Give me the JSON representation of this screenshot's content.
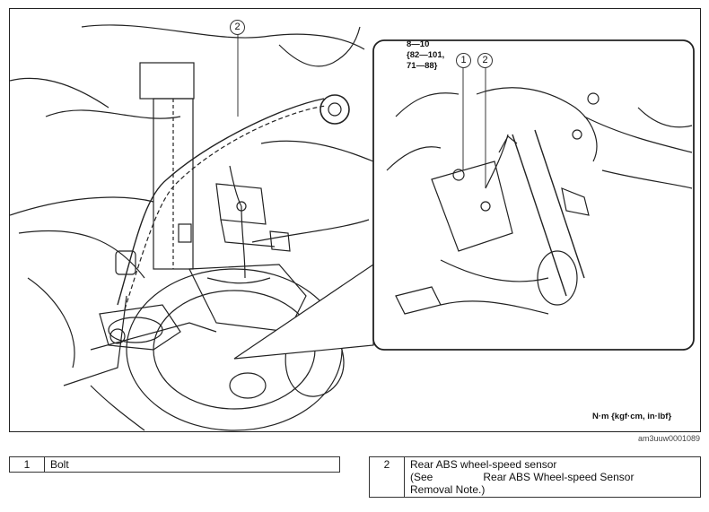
{
  "diagram": {
    "callout_main": "2",
    "torque_spec": {
      "line1": "8—10",
      "line2": "{82—101,",
      "line3": "71—88}",
      "callout_1": "1",
      "callout_2": "2"
    },
    "units_label": "N·m {kgf·cm, in·lbf}",
    "figure_code": "am3uuw0001089"
  },
  "legend": {
    "left": [
      {
        "num": "1",
        "text": "Bolt"
      }
    ],
    "right": {
      "num": "2",
      "line1": "Rear ABS wheel-speed sensor",
      "line2_prefix": "(See",
      "line2_ref": "Rear ABS Wheel-speed Sensor",
      "line3": "Removal Note.)"
    }
  }
}
